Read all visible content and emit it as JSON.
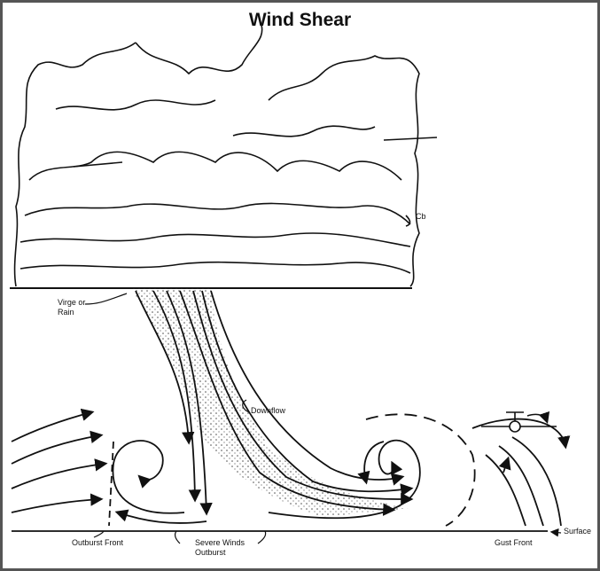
{
  "title": "Wind Shear",
  "labels": {
    "cb": "Cb",
    "virga_line1": "Virge or",
    "virga_line2": "Rain",
    "downflow": "Downflow",
    "outburst_front": "Outburst Front",
    "severe_winds_line1": "Severe Winds",
    "severe_winds_line2": "Outburst",
    "gust_front": "Gust Front",
    "surface": "Surface"
  }
}
